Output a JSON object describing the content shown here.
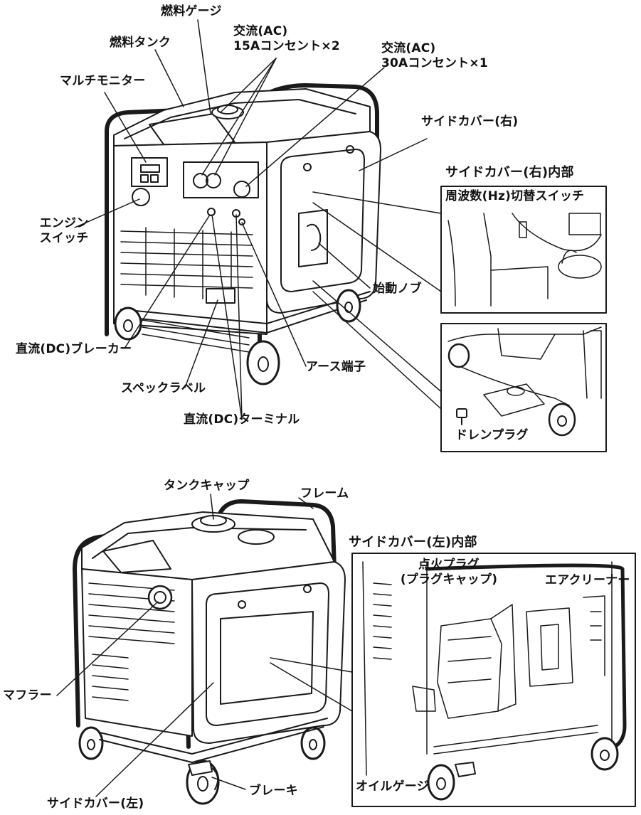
{
  "figure_top": {
    "labels": {
      "fuel_gauge": "燃料ゲージ",
      "ac15_line1": "交流(AC)",
      "ac15_line2": "15Aコンセント×2",
      "fuel_tank": "燃料タンク",
      "ac30_line1": "交流(AC)",
      "ac30_line2": "30Aコンセント×1",
      "multi_monitor": "マルチモニター",
      "side_cover_right": "サイドカバー(右)",
      "side_cover_right_inside": "サイドカバー(右)内部",
      "freq_switch": "周波数(Hz)切替スイッチ",
      "engine_switch_line1": "エンジン",
      "engine_switch_line2": "スイッチ",
      "start_knob": "始動ノブ",
      "dc_breaker": "直流(DC)ブレーカー",
      "ground_terminal": "アース端子",
      "spec_label": "スペックラベル",
      "dc_terminal": "直流(DC)ターミナル",
      "drain_plug": "ドレンプラグ"
    }
  },
  "figure_bottom": {
    "labels": {
      "tank_cap": "タンクキャップ",
      "frame": "フレーム",
      "side_cover_left_inside": "サイドカバー(左)内部",
      "spark_plug_line1": "点火プラグ",
      "spark_plug_line2": "(プラグキャップ)",
      "air_cleaner": "エアクリーナー",
      "muffler": "マフラー",
      "oil_gauge": "オイルゲージ",
      "brake": "ブレーキ",
      "side_cover_left": "サイドカバー(左)"
    }
  },
  "colors": {
    "line": "#1a1a1a",
    "fill": "#ffffff",
    "shade": "#d9d9d9"
  }
}
